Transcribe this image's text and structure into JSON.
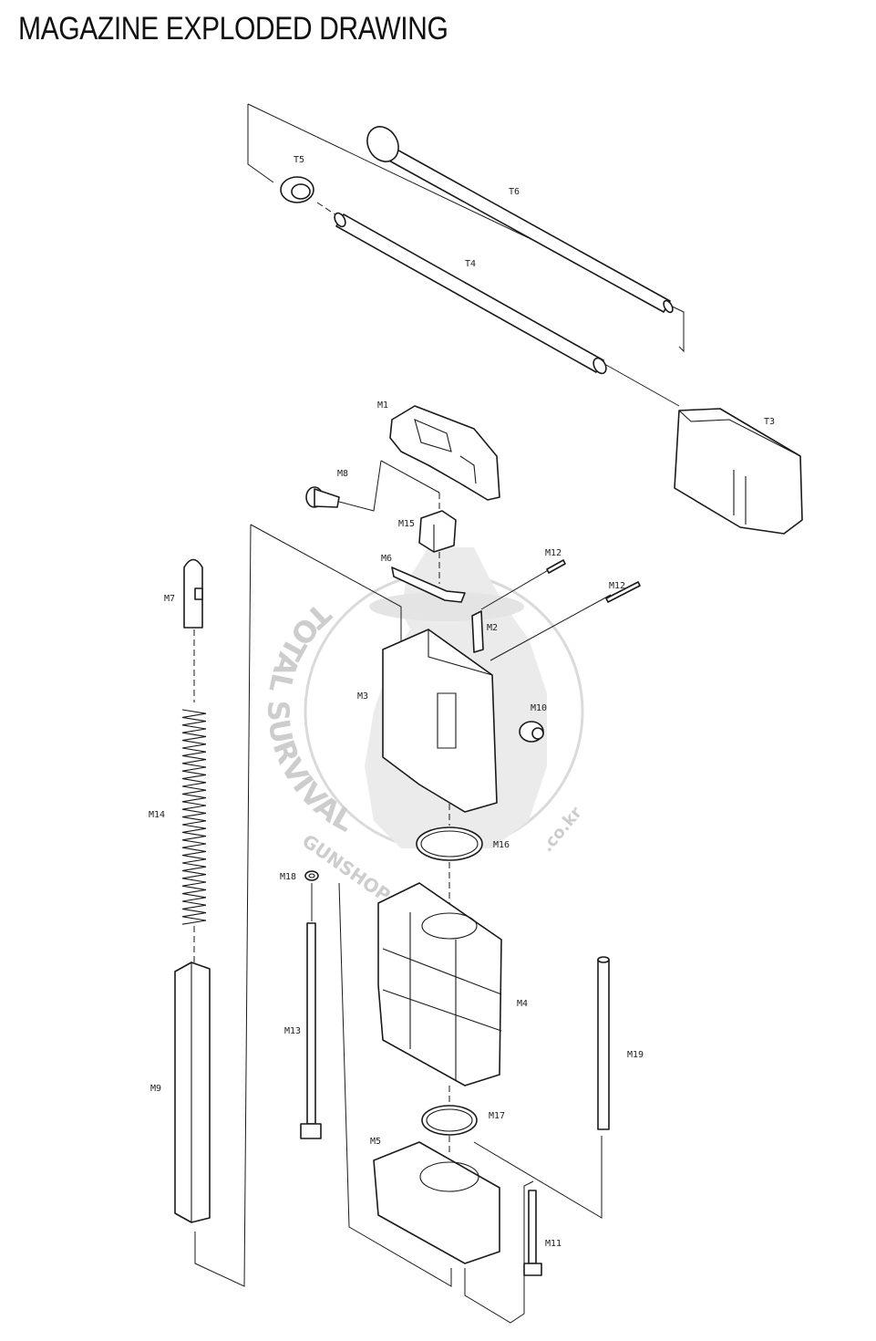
{
  "title": "MAGAZINE EXPLODED DRAWING",
  "parts": {
    "T5": "T5",
    "T6": "T6",
    "T4": "T4",
    "T3": "T3",
    "M1": "M1",
    "M8": "M8",
    "M15": "M15",
    "M6": "M6",
    "M12a": "M12",
    "M12b": "M12",
    "M2": "M2",
    "M3": "M3",
    "M10": "M10",
    "M7": "M7",
    "M14": "M14",
    "M16": "M16",
    "M18": "M18",
    "M13": "M13",
    "M4": "M4",
    "M19": "M19",
    "M9": "M9",
    "M17": "M17",
    "M5": "M5",
    "M11": "M11"
  },
  "watermark": {
    "ring_text": "TOTAL SURVIVAL",
    "bottom_text": "GUNSHOP GUNDAY",
    "domain": ".co.kr"
  },
  "colors": {
    "line": "#1a1a1a",
    "watermark": "#c8c8c8",
    "background": "#ffffff"
  }
}
